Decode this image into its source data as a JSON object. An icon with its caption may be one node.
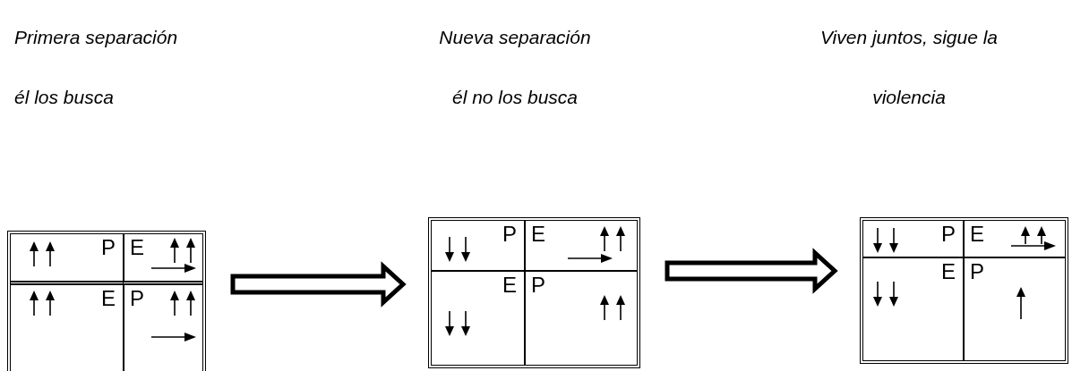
{
  "diagram": {
    "nodes": [
      {
        "text": [],
        "shape": "box"
      },
      {
        "text": [
          "P"
        ],
        "in": 0
      },
      {
        "text": [
          "E"
        ],
        "in": 0
      },
      {
        "text": [
          "E"
        ],
        "in": 0
      },
      {
        "text": [
          "P"
        ],
        "in": 0
      },
      {
        "text": [],
        "shape": "box"
      },
      {
        "text": [
          "P"
        ],
        "in": 5
      },
      {
        "text": [
          "E"
        ],
        "in": 5
      },
      {
        "text": [
          "E"
        ],
        "in": 5
      },
      {
        "text": [
          "P"
        ],
        "in": 5
      },
      {
        "text": [],
        "shape": "box"
      },
      {
        "text": [
          "P"
        ],
        "in": 10
      },
      {
        "text": [
          "E"
        ],
        "in": 10
      },
      {
        "text": [
          "E"
        ],
        "in": 10
      },
      {
        "text": [
          "P"
        ],
        "in": 10
      }
    ],
    "edges": [
      {
        "from": 0,
        "to": 5,
        "arrow": "to"
      },
      {
        "from": 5,
        "to": 10,
        "arrow": "to"
      }
    ],
    "labels": [
      "Primera separación él los busca",
      "Nueva separación él no los busca",
      "Viven juntos, sigue la violencia"
    ]
  }
}
